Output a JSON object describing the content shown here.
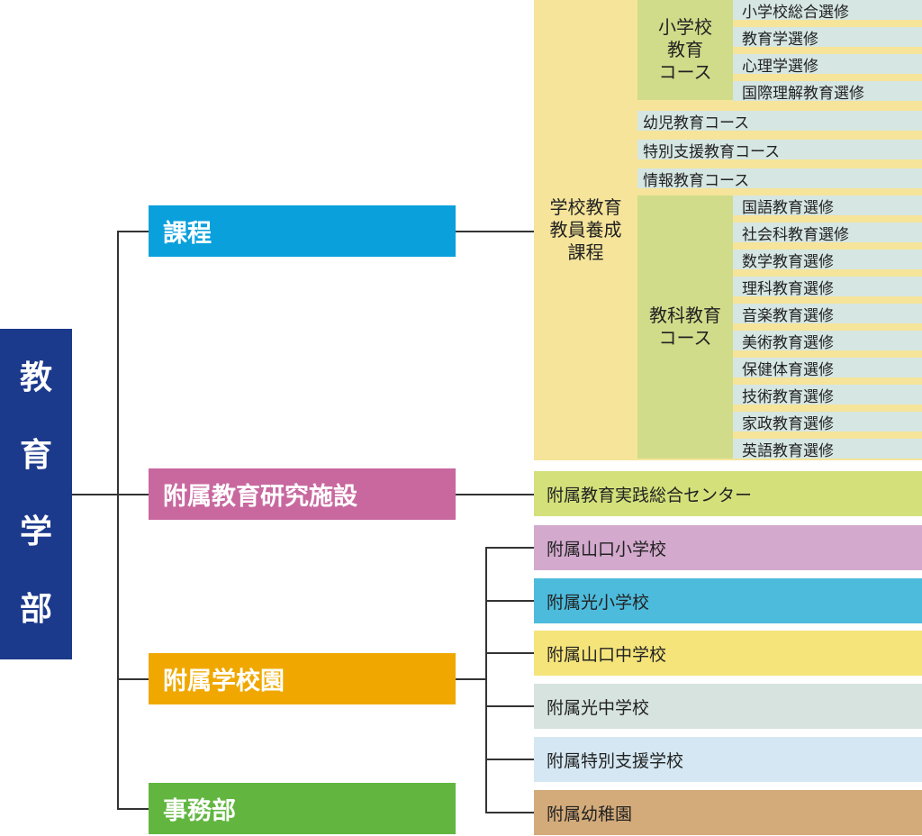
{
  "root": {
    "label": "教育学部",
    "chars": [
      "教",
      "育",
      "学",
      "部"
    ]
  },
  "branches": {
    "katei": {
      "label": "課程",
      "color": "#0aa0dc"
    },
    "shisetsu": {
      "label": "附属教育研究施設",
      "color": "#c8689f"
    },
    "gakkoen": {
      "label": "附属学校園",
      "color": "#f0a800"
    },
    "jimubu": {
      "label": "事務部",
      "color": "#62b640"
    }
  },
  "katei_program": {
    "label_lines": [
      "学校教育",
      "教員養成",
      "課程"
    ],
    "shogakko_course": {
      "label_lines": [
        "小学校",
        "教育",
        "コース"
      ],
      "options": [
        "小学校総合選修",
        "教育学選修",
        "心理学選修",
        "国際理解教育選修"
      ]
    },
    "other_courses": [
      "幼児教育コース",
      "特別支援教育コース",
      "情報教育コース"
    ],
    "kyoka_course": {
      "label_lines": [
        "教科教育",
        "コース"
      ],
      "options": [
        "国語教育選修",
        "社会科教育選修",
        "数学教育選修",
        "理科教育選修",
        "音楽教育選修",
        "美術教育選修",
        "保健体育選修",
        "技術教育選修",
        "家政教育選修",
        "英語教育選修"
      ]
    }
  },
  "shisetsu_items": [
    {
      "label": "附属教育実践総合センター",
      "color": "#d4e07a"
    }
  ],
  "gakkoen_items": [
    {
      "label": "附属山口小学校",
      "color": "#d3a9cd"
    },
    {
      "label": "附属光小学校",
      "color": "#4dbbdc"
    },
    {
      "label": "附属山口中学校",
      "color": "#f5e47a"
    },
    {
      "label": "附属光中学校",
      "color": "#d6e3de"
    },
    {
      "label": "附属特別支援学校",
      "color": "#d4e7f2"
    },
    {
      "label": "附属幼稚園",
      "color": "#d3ab7a"
    }
  ]
}
